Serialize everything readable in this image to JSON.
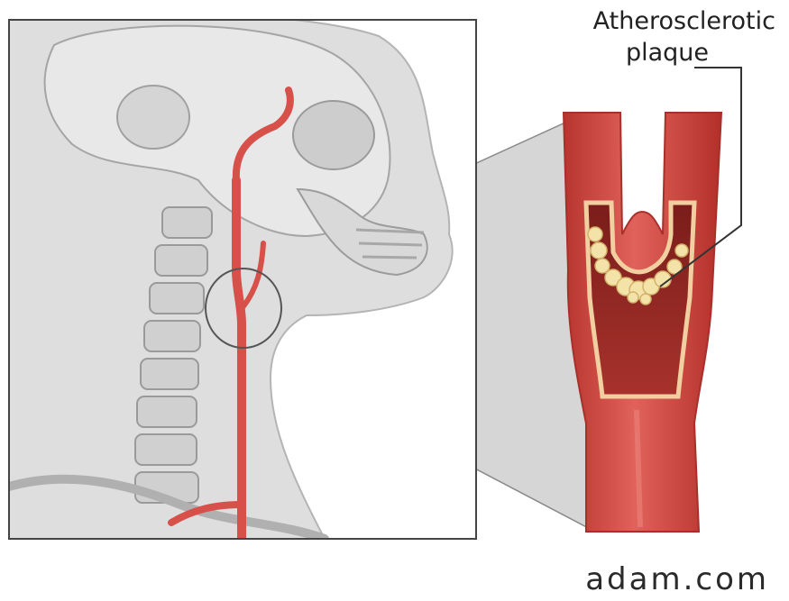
{
  "callout": {
    "line1": "Atherosclerotic",
    "line2": "plaque"
  },
  "credit": "adam.com",
  "colors": {
    "artery": "#d8504a",
    "artery_dark": "#a8302b",
    "artery_inner": "#8a2320",
    "plaque": "#f4e3a8",
    "anatomy_gray": "#c9c9c9",
    "frame": "#444444"
  },
  "icons": {
    "illustration": "head-neck-carotid-anatomy",
    "magnified": "carotid-bifurcation-cross-section"
  }
}
